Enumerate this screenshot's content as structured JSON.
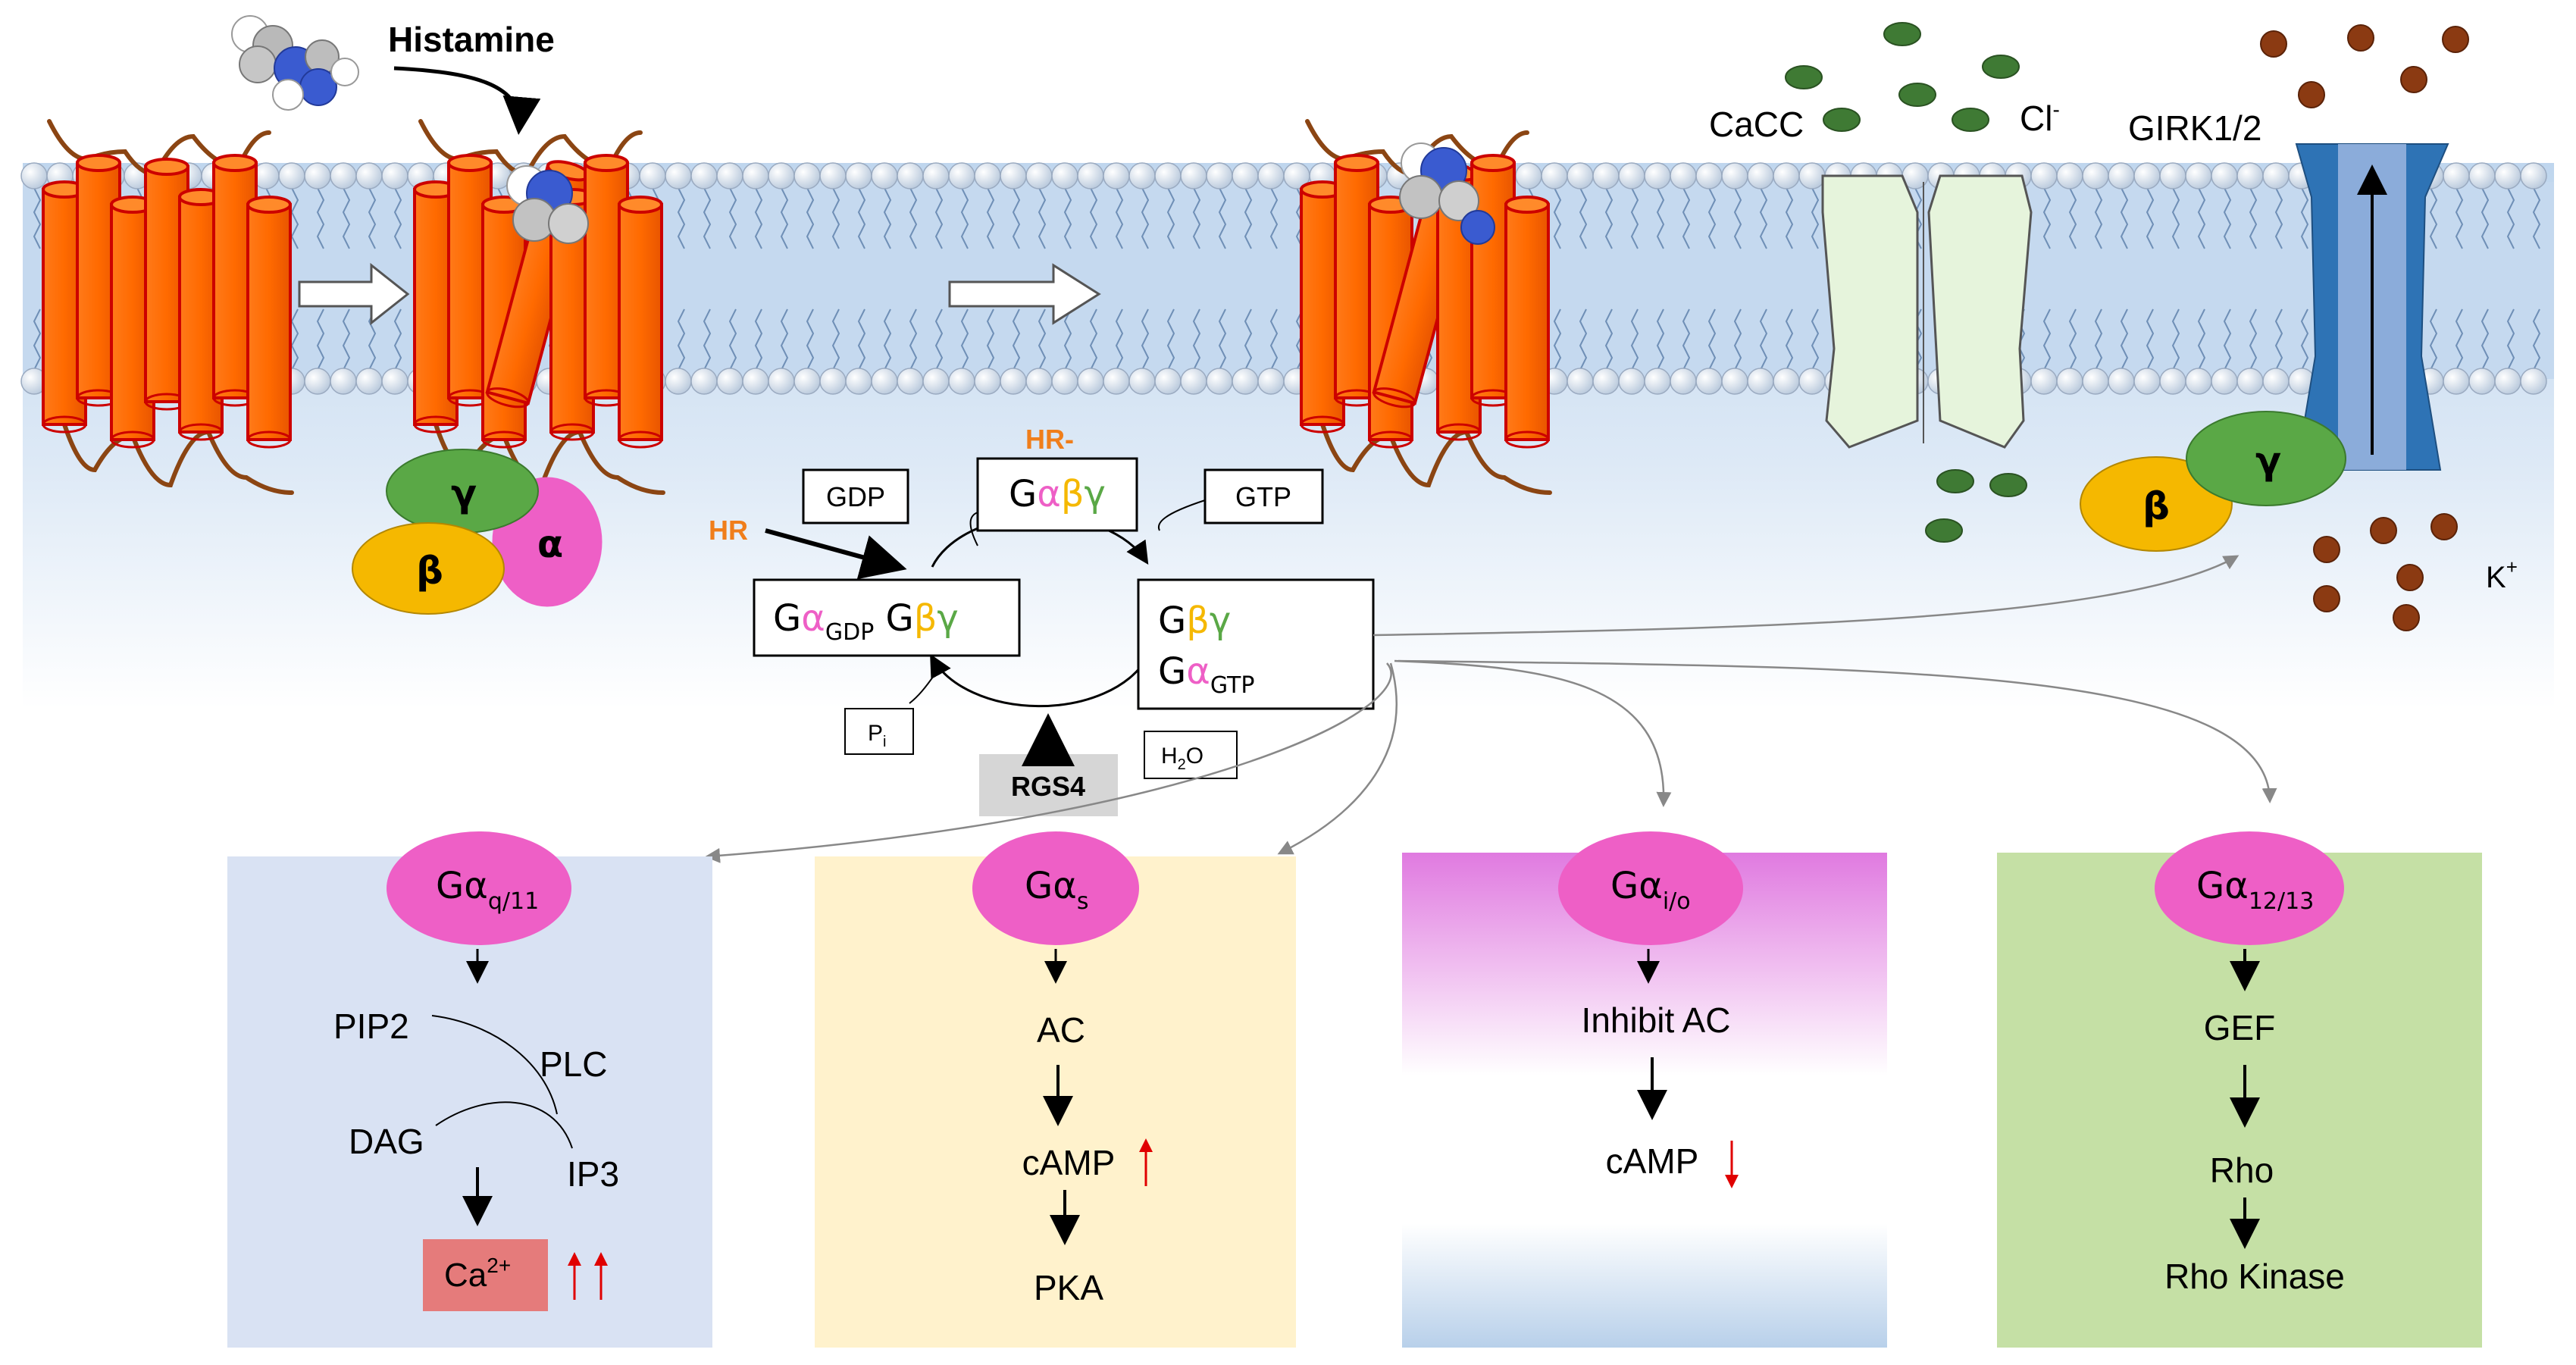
{
  "membrane": {
    "ligand_label": "Histamine",
    "channel1_label": "CaCC",
    "ion1_label": "Cl",
    "ion1_charge": "-",
    "channel2_label": "GIRK1/2",
    "ion2_label": "K",
    "ion2_charge": "+"
  },
  "gprotein_subunits": {
    "gamma": "γ",
    "beta": "β",
    "alpha": "α"
  },
  "cycle": {
    "hr_minus": "HR-",
    "hr": "HR",
    "gdp": "GDP",
    "gtp": "GTP",
    "pi": "P",
    "pi_sub": "i",
    "h2o_h": "H",
    "h2o_sub": "2",
    "h2o_o": "O",
    "rgs4": "RGS4",
    "box_top": {
      "g": "G",
      "a": "α",
      "b": "β",
      "c": "γ"
    },
    "box_left": {
      "g1": "G",
      "a": "α",
      "a_sub": "GDP",
      "g2": " G",
      "b": "β",
      "c": "γ"
    },
    "box_right": {
      "g1": "G",
      "b": "β",
      "c": "γ",
      "g2": "G",
      "a": "α",
      "a_sub": "GTP"
    }
  },
  "pathways": [
    {
      "head": "Gα",
      "head_sub": "q/11",
      "items": [
        "PIP2",
        "PLC",
        "DAG",
        "IP3"
      ],
      "ca": "Ca",
      "ca_sup": "2+"
    },
    {
      "head": "Gα",
      "head_sub": "s",
      "items": [
        "AC",
        "cAMP",
        "PKA"
      ]
    },
    {
      "head": "Gα",
      "head_sub": "i/o",
      "items": [
        "Inhibit AC",
        "cAMP"
      ]
    },
    {
      "head": "Gα",
      "head_sub": "12/13",
      "items": [
        "GEF",
        "Rho",
        "Rho Kinase"
      ]
    }
  ],
  "colors": {
    "receptor": "#ff6600",
    "receptor_edge": "#cc0000",
    "loop": "#8b4513",
    "gamma": "#5aa846",
    "beta": "#f5b800",
    "alpha": "#ee5fc6",
    "orange_text": "#f07e1b",
    "girk": "#2e73b5",
    "cacc": "#e6f4dc",
    "cl_ion": "#3f7a34",
    "k_ion": "#8b3a12",
    "panel_q": "#d9e2f3",
    "panel_s": "#fff2cc",
    "panel_io": "#e68ae6",
    "panel_1213": "#c5e0a5",
    "red": "#e00000"
  }
}
